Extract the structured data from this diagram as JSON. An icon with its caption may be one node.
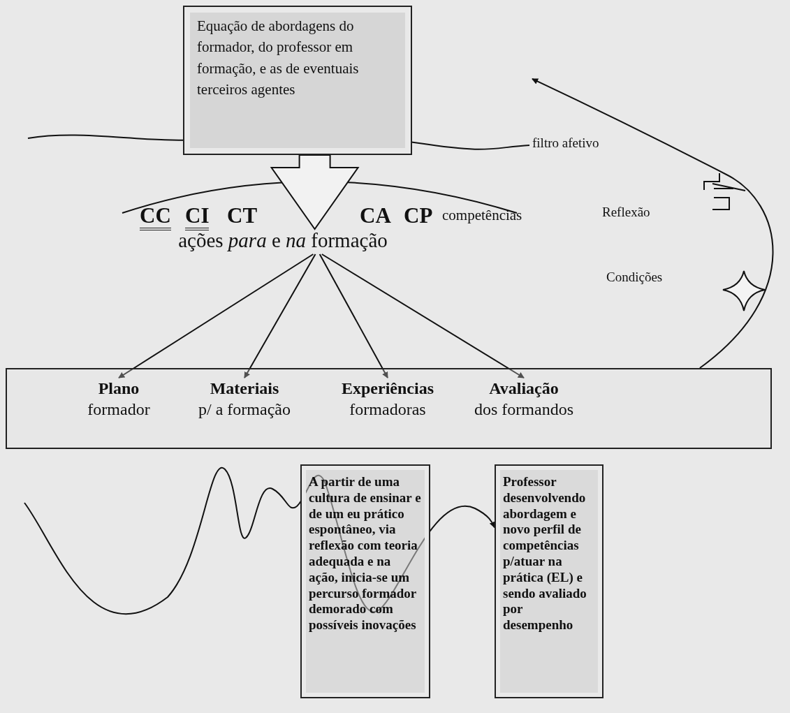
{
  "diagram": {
    "nodes": [
      {
        "text": [
          "Equação de abordagens do formador, do professor em formação, e as de eventuais terceiros agentes"
        ]
      },
      {
        "text": [
          "ações *para* e *na* formação"
        ]
      },
      {
        "text": [],
        "shape": "box"
      },
      {
        "text": [
          "Plano",
          "formador"
        ],
        "in": 2
      },
      {
        "text": [
          "Materiais",
          "p/ a formação"
        ],
        "in": 2
      },
      {
        "text": [
          "Experiências",
          "formadoras"
        ],
        "in": 2
      },
      {
        "text": [
          "Avaliação",
          "dos formandos"
        ],
        "in": 2
      },
      {
        "text": [
          "A partir de uma cultura de ensinar e de um eu prático espontâneo, via reflexão com teoria adequada e na ação, inicia-se um percurso formador demorado com possíveis inovações"
        ]
      },
      {
        "text": [
          "Professor desenvolvendo abordagem e novo perfil de competências p/atuar na prática (EL) e sendo avaliado por desempenho"
        ]
      }
    ],
    "edges": [
      {
        "from": 0,
        "to": 1,
        "arrow": "to",
        "style": "thick"
      },
      {
        "from": 1,
        "to": 3,
        "arrow": "to"
      },
      {
        "from": 1,
        "to": 4,
        "arrow": "to"
      },
      {
        "from": 1,
        "to": 5,
        "arrow": "to"
      },
      {
        "from": 1,
        "to": 6,
        "arrow": "to"
      },
      {
        "from": 2,
        "to": null,
        "arrow": "to"
      },
      {
        "from": null,
        "to": 8,
        "arrow": "to"
      }
    ],
    "labels": [
      "filtro afetivo",
      "CC",
      "CI",
      "CT",
      "CA",
      "CP",
      "competências",
      "Reflexão",
      "Condições"
    ]
  }
}
